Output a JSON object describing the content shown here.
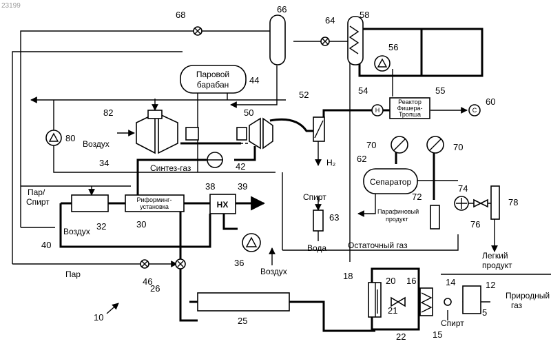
{
  "watermark": "23199",
  "labels": {
    "steam_drum": [
      "Паровой",
      "барабан"
    ],
    "fischer_tropsch_reactor": [
      "Реактор",
      "Фишера-",
      "Тропша"
    ],
    "separator": "Сепаратор",
    "reforming_unit": [
      "Риформинг-",
      "установка"
    ],
    "hx": "HX",
    "air_compressor_inlet": "Воздух",
    "syngas": "Синтез-газ",
    "h2": "H₂",
    "alcohol_in_top": "Спирт",
    "water_out": "Вода",
    "paraffin_product": [
      "Парафиновый",
      "продукт"
    ],
    "residual_gas": "Остаточный газ",
    "steam_alcohol": [
      "Пар/",
      "Спирт"
    ],
    "air_reformer": "Воздух",
    "steam": "Пар",
    "air_36": "Воздух",
    "light_product": [
      "Легкий",
      "продукт"
    ],
    "alcohol_bottom": "Спирт",
    "natural_gas": [
      "Природный",
      "газ"
    ]
  },
  "ref_numbers": {
    "n5": "5",
    "n10": "10",
    "n12": "12",
    "n14": "14",
    "n15": "15",
    "n16": "16",
    "n18": "18",
    "n20": "20",
    "n21": "21",
    "n22": "22",
    "n25": "25",
    "n26": "26",
    "n30": "30",
    "n32": "32",
    "n34": "34",
    "n36": "36",
    "n38": "38",
    "n39": "39",
    "n40": "40",
    "n42": "42",
    "n44": "44",
    "n46": "46",
    "n50": "50",
    "n52": "52",
    "n54": "54",
    "n55": "55",
    "n56": "56",
    "n58": "58",
    "n60": "60",
    "n62": "62",
    "n63": "63",
    "n64": "64",
    "n66": "66",
    "n68": "68",
    "n70a": "70",
    "n70b": "70",
    "n72": "72",
    "n74": "74",
    "n76": "76",
    "n78": "78",
    "n80": "80",
    "n82": "82"
  },
  "symbols": {
    "h_marker": "H",
    "c_marker": "C"
  }
}
